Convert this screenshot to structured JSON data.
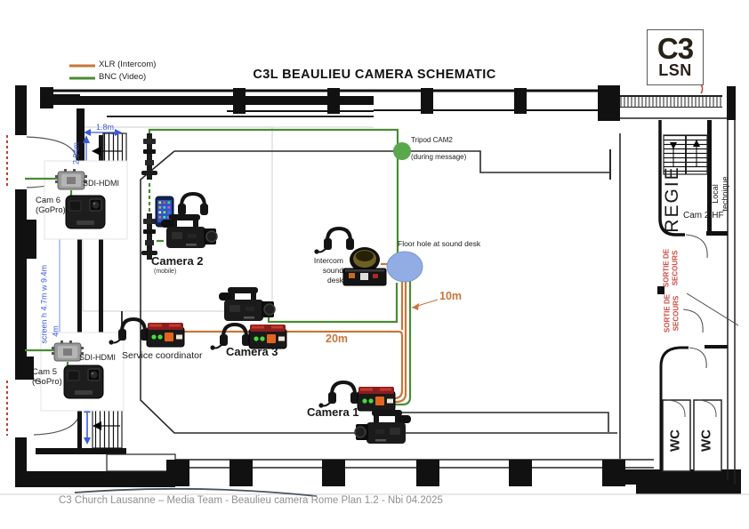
{
  "legend": {
    "xlr_label": "XLR (Intercom)",
    "bnc_label": "BNC (Video)"
  },
  "title": "C3L BEAULIEU CAMERA SCHEMATIC",
  "logo": {
    "top": "C3",
    "bottom": "LSN"
  },
  "labels": {
    "tripod_cam2": "Tripod CAM2",
    "tripod_cam2_note": "(during message)",
    "floor_hole": "Floor hole at sound desk",
    "intercom_line1": "Intercom",
    "intercom_line2": "sound",
    "intercom_line3": "desk",
    "camera1": "Camera 1",
    "camera2": "Camera 2",
    "camera2_note": "(mobile)",
    "camera3": "Camera 3",
    "service_coordinator": "Service coordinator",
    "sdi_hdmi_cam6": "SDI-HDMI",
    "sdi_hdmi_cam5": "SDI-HDMI",
    "cam6_line1": "Cam 6",
    "cam6_line2": "(GoPro)",
    "cam5_line1": "Cam 5",
    "cam5_line2": "(GoPro)",
    "cam2_hf": "Cam 2 HF"
  },
  "rooms": {
    "regie": "REGIE",
    "local_line1": "Local",
    "local_line2": "technique",
    "exit_line1": "SORTIE DE",
    "exit_line2": "SECOURS",
    "wc": "WC"
  },
  "measurements": {
    "stair_width": "1.8m",
    "stair_height": "2.04m",
    "screen_dims": "screen h 4.7m  w 9.4m",
    "dim_4m": "4m",
    "xlr_run_10m": "10m",
    "xlr_run_20m": "20m"
  },
  "footer": "C3 Church Lausanne – Media Team - Beaulieu camera Rome Plan 1.2 - Nbi 04.2025",
  "colors": {
    "xlr_orange": "#c8763a",
    "bnc_green": "#4a8c34",
    "measure_blue": "#3b5bdb",
    "exit_red": "#cc4b44",
    "floor_hole_fill": "#92ade4",
    "tripod_green": "#5aa84c"
  },
  "icons": [
    "camcorder-icon",
    "headset-icon",
    "beltpack-icon",
    "gopro-icon",
    "sdi-converter-icon",
    "smartphone-icon",
    "intercom-base-icon",
    "light-stand-icon",
    "tripod-cam2-marker",
    "floor-hole-marker"
  ]
}
